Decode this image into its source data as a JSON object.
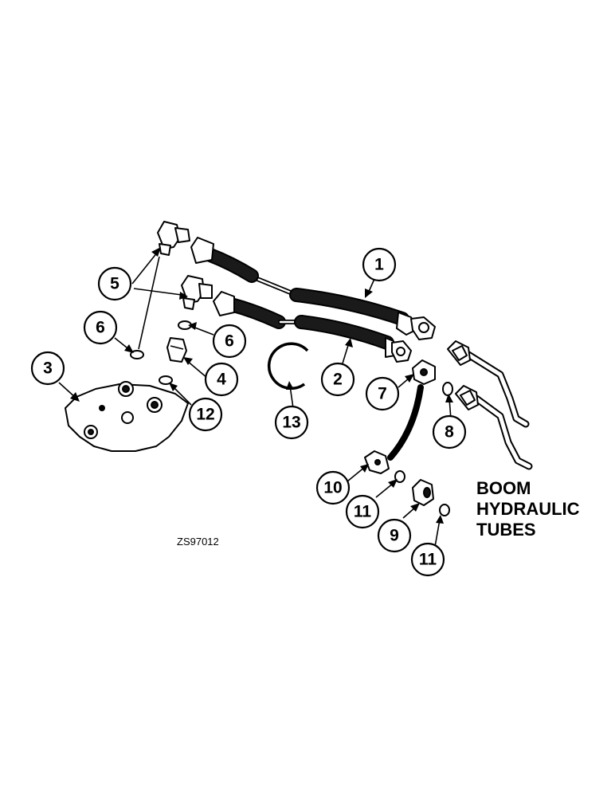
{
  "callouts": {
    "c1": "1",
    "c2": "2",
    "c3": "3",
    "c4": "4",
    "c5": "5",
    "c6a": "6",
    "c6b": "6",
    "c7": "7",
    "c8": "8",
    "c9": "9",
    "c10": "10",
    "c11a": "11",
    "c11b": "11",
    "c12": "12",
    "c13": "13"
  },
  "labels": {
    "boom_line1": "BOOM",
    "boom_line2": "HYDRAULIC",
    "boom_line3": "TUBES",
    "figure_code": "ZS97012"
  }
}
